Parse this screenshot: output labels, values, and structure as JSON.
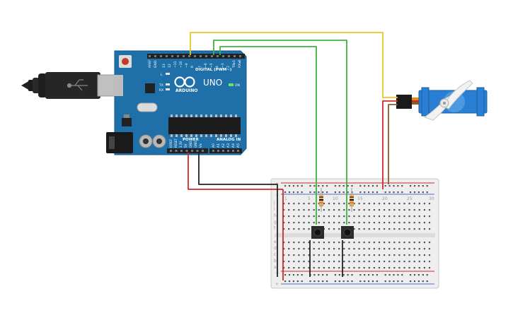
{
  "board": {
    "brand": "ARDUINO",
    "model": "UNO",
    "digital_label": "DIGITAL (PWM~)",
    "power_label": "POWER",
    "analog_label": "ANALOG IN",
    "on_label": "ON",
    "l_label": "L",
    "tx_label": "TX",
    "rx_label": "RX",
    "digital_pins": [
      "AREF",
      "GND",
      "13",
      "12",
      "~11",
      "~10",
      "~9",
      "8",
      "7",
      "~6",
      "~5",
      "4",
      "~3",
      "2",
      "TX▸1",
      "RX◂0"
    ],
    "power_pins": [
      "IOREF",
      "RESET",
      "3.3V",
      "5V",
      "GND",
      "GND",
      "Vin"
    ],
    "analog_pins": [
      "A0",
      "A1",
      "A2",
      "A3",
      "A4",
      "A5"
    ]
  },
  "breadboard": {
    "row_letters_top": [
      "j",
      "i",
      "h",
      "g",
      "f"
    ],
    "row_letters_bottom": [
      "e",
      "d",
      "c",
      "b",
      "a"
    ],
    "column_numbers": [
      "1",
      "5",
      "10",
      "15",
      "20",
      "25",
      "30"
    ]
  },
  "wire_colors": {
    "signal_yellow": "#e6c81e",
    "signal_green": "#3cb43c",
    "power_red": "#d22828",
    "ground_black": "#222222",
    "servo_brown": "#8b5a2b"
  }
}
